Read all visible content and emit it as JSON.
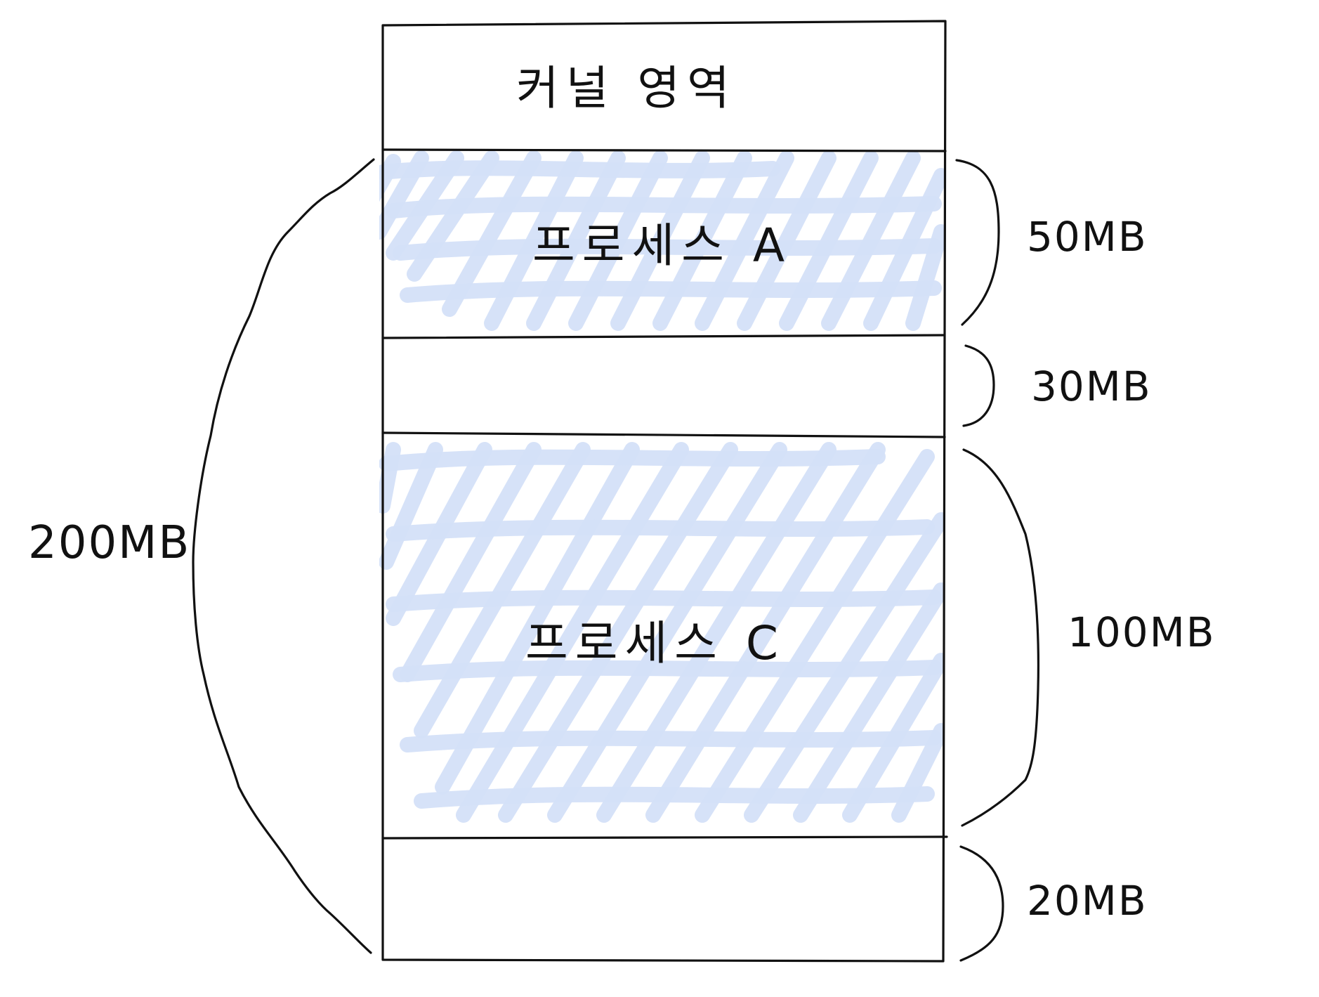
{
  "memory": {
    "segments": [
      {
        "id": "kernel",
        "label": "커널 영역",
        "filled": false
      },
      {
        "id": "process-a",
        "label": "프로세스 A",
        "filled": true,
        "size_label": "50MB"
      },
      {
        "id": "hole-1",
        "label": "",
        "filled": false,
        "size_label": "30MB"
      },
      {
        "id": "process-c",
        "label": "프로세스 C",
        "filled": true,
        "size_label": "100MB"
      },
      {
        "id": "hole-2",
        "label": "",
        "filled": false,
        "size_label": "20MB"
      }
    ],
    "total_label": "200MB"
  },
  "colors": {
    "fill": "#d4e0f8",
    "ink": "#111111"
  }
}
